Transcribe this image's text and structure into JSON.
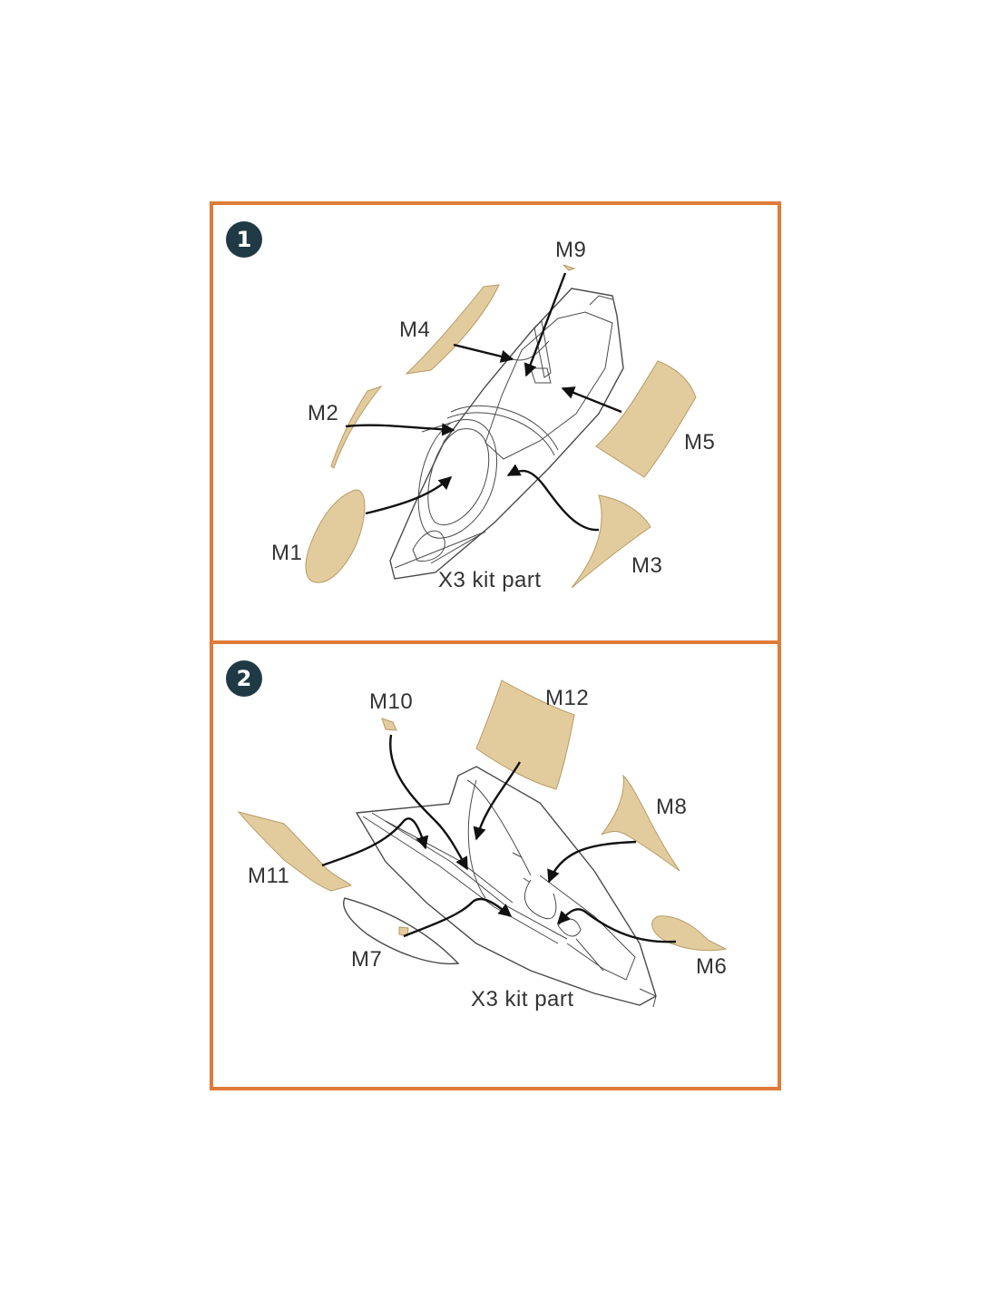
{
  "accent_color": "#e07b39",
  "badge_color": "#1f3a44",
  "mask_color": "#e2cc9e",
  "step1": {
    "number": "1",
    "labels": {
      "m9": "M9",
      "m4": "M4",
      "m2": "M2",
      "m5": "M5",
      "m1": "M1",
      "m3": "M3"
    },
    "kit_part": "X3 kit part"
  },
  "step2": {
    "number": "2",
    "labels": {
      "m10": "M10",
      "m12": "M12",
      "m8": "M8",
      "m11": "M11",
      "m7": "M7",
      "m6": "M6"
    },
    "kit_part": "X3 kit part"
  }
}
